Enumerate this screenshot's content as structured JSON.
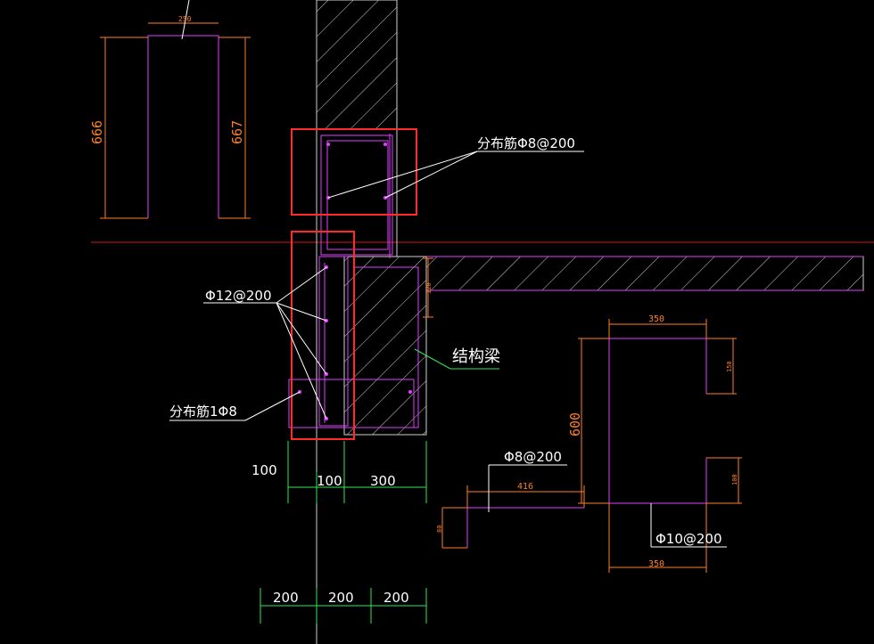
{
  "colors": {
    "background": "#000000",
    "orange_dimension": "#ff7f27",
    "magenta_rebar": "#e040ff",
    "white_leader": "#ffffff",
    "red_highlight": "#ff2a2a",
    "green_dimension": "#2ee85a",
    "hatch_gray": "#cfcfcf",
    "red_axis": "#d01818"
  },
  "labels": {
    "top_bar_width": "250",
    "left_bar_height_a": "666",
    "left_bar_height_b": "667",
    "dist_bar_top": "分布筋Φ8@200",
    "main_bar": "Φ12@200",
    "dist_bar_bottom": "分布筋1Φ8",
    "structural_beam": "结构梁",
    "slab_thickness": "120",
    "stirrup_spacing_left": "Φ8@200",
    "hook_416": "416",
    "hook_short_left": "80",
    "right_top_350": "350",
    "right_bottom_350": "350",
    "right_height_600": "600",
    "right_small_top": "150",
    "right_small_bottom": "100",
    "right_bar": "Φ10@200",
    "dim_100_outer": "100",
    "dim_100": "100",
    "dim_300": "300",
    "dim_200_a": "200",
    "dim_200_b": "200",
    "dim_200_c": "200"
  }
}
